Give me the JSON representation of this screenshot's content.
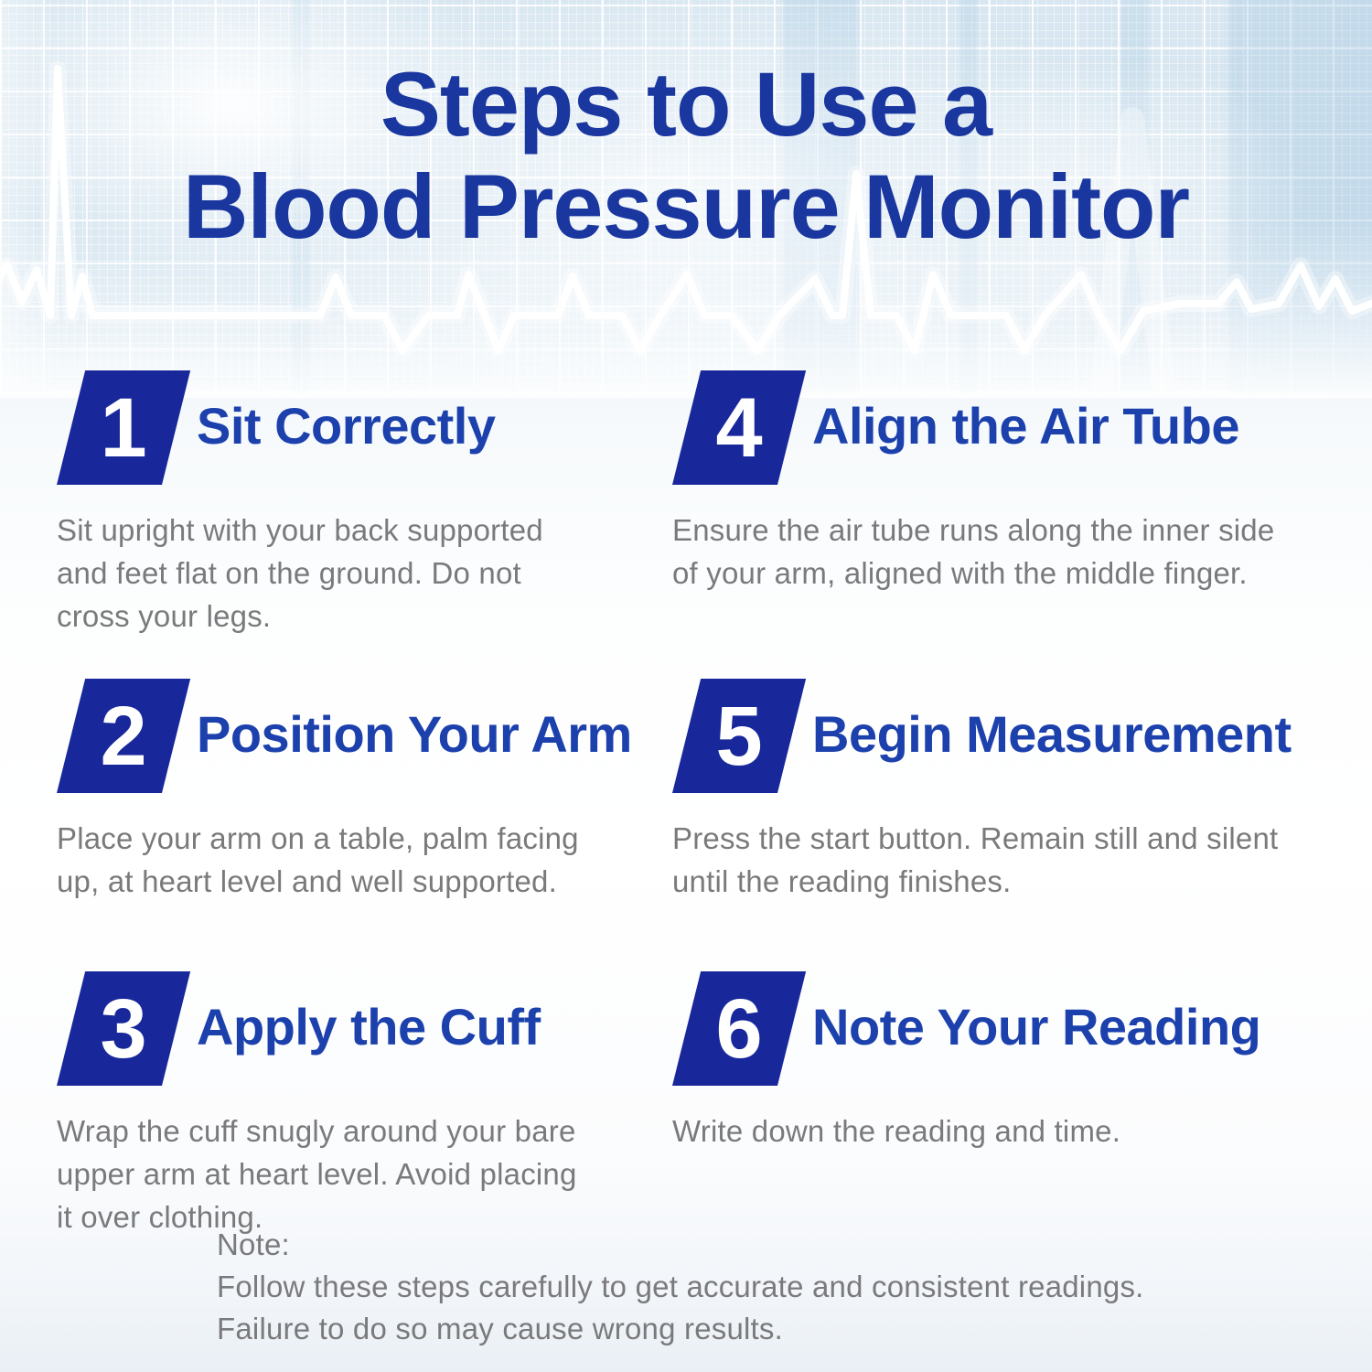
{
  "title": {
    "line1": "Steps to Use a",
    "line2": "Blood Pressure Monitor"
  },
  "steps": [
    {
      "number": "1",
      "title": "Sit Correctly",
      "lines": [
        "Sit upright with your back supported",
        "and feet flat on the ground. Do not",
        "cross your legs."
      ]
    },
    {
      "number": "2",
      "title": "Position Your Arm",
      "lines": [
        "Place your arm on a table, palm facing",
        "up, at heart level and well supported."
      ]
    },
    {
      "number": "3",
      "title": "Apply the Cuff",
      "lines": [
        "Wrap the cuff snugly around your bare",
        "upper arm at heart level. Avoid placing",
        "it over clothing."
      ]
    },
    {
      "number": "4",
      "title": "Align the Air Tube",
      "lines": [
        "Ensure the air tube runs along the inner side",
        "of your arm, aligned with the middle finger."
      ]
    },
    {
      "number": "5",
      "title": "Begin Measurement",
      "lines": [
        "Press the start button. Remain still and silent",
        "until the reading finishes."
      ]
    },
    {
      "number": "6",
      "title": "Note Your Reading",
      "lines": [
        "Write down the reading and time."
      ]
    }
  ],
  "note": {
    "label": "Note:",
    "line1": "Follow these steps carefully to get accurate and consistent readings.",
    "line2": "Failure to do so may cause wrong results."
  },
  "colors": {
    "heading": "#1A37A0",
    "step-title": "#1C41AD",
    "badge": "#18289B",
    "body": "#7A7A7C",
    "ekg": "#FFFFFF"
  }
}
